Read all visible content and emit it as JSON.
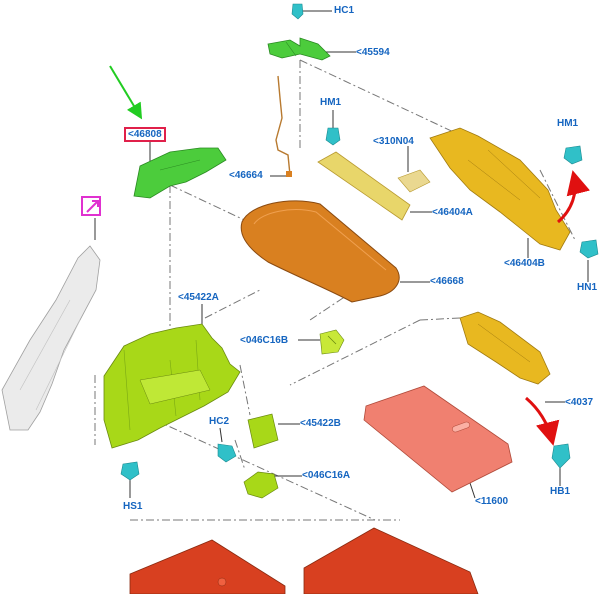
{
  "callouts": {
    "hc1": "HC1",
    "p45594": "<45594",
    "hm1_top": "HM1",
    "p310n04": "<310N04",
    "hm1_right": "HM1",
    "p46808": "<46808",
    "p46664": "<46664",
    "p46404a": "<46404A",
    "p46404b": "<46404B",
    "hn1": "HN1",
    "p46668": "<46668",
    "p45422a": "<45422A",
    "p046c16b": "<046C16B",
    "p4037x": "<4037",
    "hc2": "HC2",
    "p45422b": "<45422B",
    "p046c16a": "<046C16A",
    "p11600": "<11600",
    "hb1": "HB1",
    "hs1": "HS1"
  },
  "colors": {
    "label": "#1565c0",
    "highlight_box": "#e0204a",
    "marker_box": "#e030d0",
    "green_arrow": "#22cc22",
    "red_arrow": "#e01010",
    "part_green": "#4ccc3c",
    "part_lime": "#a8d818",
    "part_orange": "#d98020",
    "part_yellow": "#e8b820",
    "part_pale_yellow": "#e8d66a",
    "part_salmon": "#f08070",
    "part_red": "#d84020",
    "fastener_teal": "#30c0c8"
  },
  "icons": [
    "green-pointer-arrow-icon",
    "red-direction-arrow-icon",
    "marker-arrow-icon"
  ]
}
